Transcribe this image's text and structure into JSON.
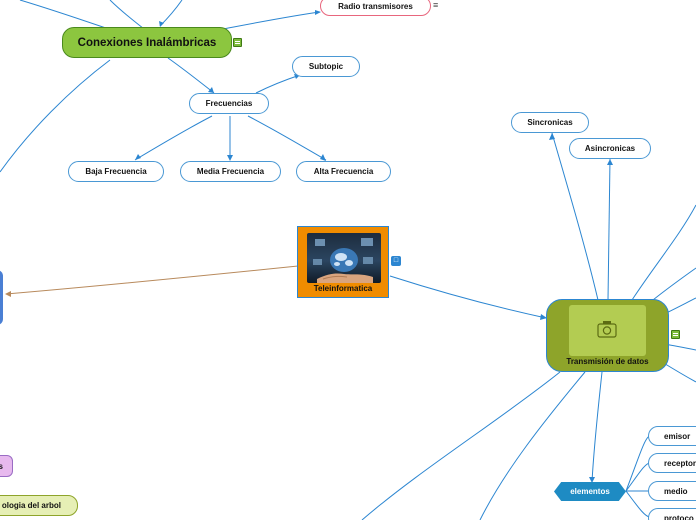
{
  "colors": {
    "link": "#2c86d1",
    "brown_link": "#b88a5c",
    "green_main": "#8cc63f",
    "olive": "#8ea42a",
    "orange": "#f08c00",
    "teal": "#1e8bc3"
  },
  "nodes": {
    "radio_transmisores": "Radio transmisores",
    "conexiones": "Conexiones Inalámbricas",
    "subtopic": "Subtopic",
    "frecuencias": "Frecuencias",
    "baja": "Baja Frecuencia",
    "media": "Media Frecuencia",
    "alta": "Alta Frecuencia",
    "sincronicas": "Sincronicas",
    "asincronicas": "Asincronicas",
    "teleinformatica": "Teleinformatica",
    "transmision": "Transmisión de datos",
    "elementos": "elementos",
    "emisor": "emisor",
    "receptor": "receptor",
    "medio": "medio",
    "protocolo": "protoco",
    "tipologia": "ologia del arbol",
    "left_s": "s"
  },
  "icons": {
    "note": "note-icon",
    "menu": "menu-icon",
    "camera": "camera-icon",
    "image": "globe-hand-image"
  }
}
